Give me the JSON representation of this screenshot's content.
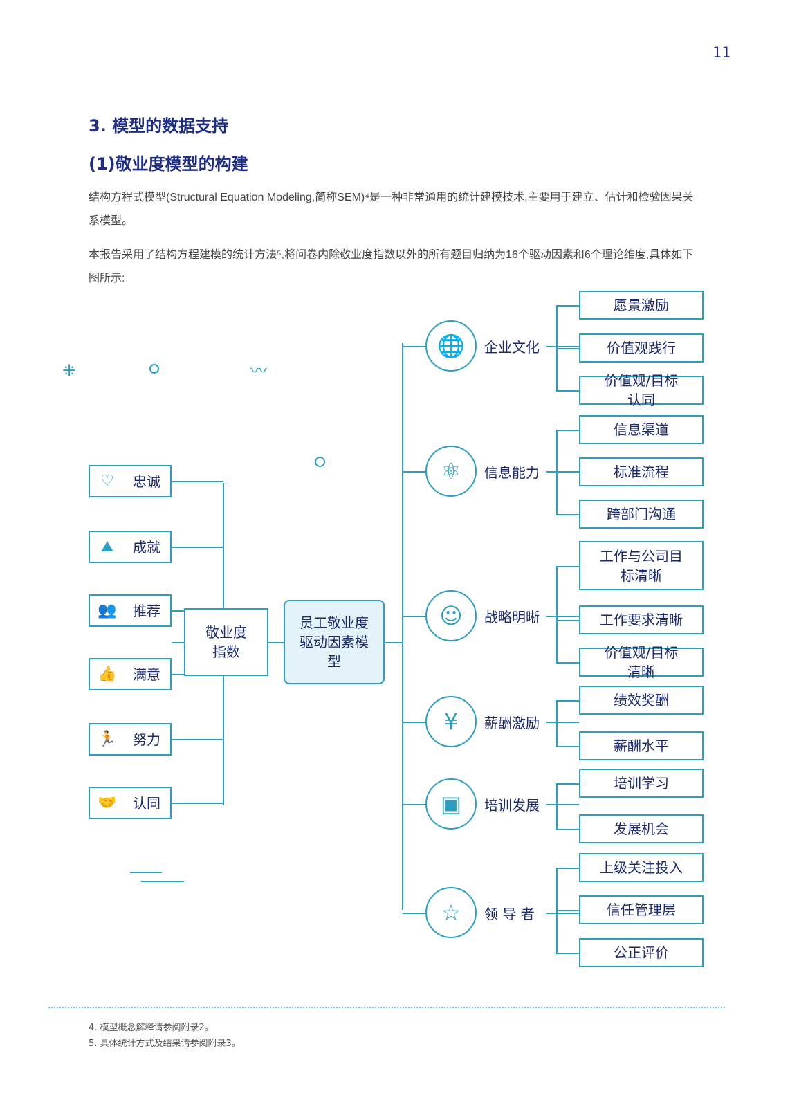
{
  "page_number": "11",
  "section_title": "3. 模型的数据支持",
  "subsection_title": "(1)敬业度模型的构建",
  "paragraph1": "结构方程式模型(Structural  Equation  Modeling,简称SEM)⁴是一种非常通用的统计建模技术,主要用于建立、估计和检验因果关系模型。",
  "paragraph2": "本报告采用了结构方程建模的统计方法⁵,将问卷内除敬业度指数以外的所有题目归纳为16个驱动因素和6个理论维度,具体如下图所示:",
  "diagram": {
    "index_label": "敬业度指数",
    "center_label": "员工敬业度驱动因素模型",
    "index_items": [
      {
        "label": "忠诚",
        "icon": "heart-icon"
      },
      {
        "label": "成就",
        "icon": "flag-mountain-icon"
      },
      {
        "label": "推荐",
        "icon": "people-icon"
      },
      {
        "label": "满意",
        "icon": "thumbs-up-icon"
      },
      {
        "label": "努力",
        "icon": "running-icon"
      },
      {
        "label": "认同",
        "icon": "handshake-icon"
      }
    ],
    "dimensions": [
      {
        "label": "企业文化",
        "icon": "globe-handshake-icon",
        "drivers": [
          "愿景激励",
          "价值观践行",
          "价值观/目标认同"
        ]
      },
      {
        "label": "信息能力",
        "icon": "atom-icon",
        "drivers": [
          "信息渠道",
          "标准流程",
          "跨部门沟通"
        ]
      },
      {
        "label": "战略明晰",
        "icon": "head-icon",
        "drivers": [
          "工作与公司目标清晰",
          "工作要求清晰",
          "价值观/目标清晰"
        ]
      },
      {
        "label": "薪酬激励",
        "icon": "yen-hand-icon",
        "drivers": [
          "绩效奖酬",
          "薪酬水平"
        ]
      },
      {
        "label": "培训发展",
        "icon": "presentation-icon",
        "drivers": [
          "培训学习",
          "发展机会"
        ]
      },
      {
        "label": "领 导 者",
        "icon": "star-person-icon",
        "drivers": [
          "上级关注投入",
          "信任管理层",
          "公正评价"
        ]
      }
    ]
  },
  "footnotes": [
    "4.  模型概念解释请参阅附录2。",
    "5.  具体统计方式及结果请参阅附录3。"
  ],
  "colors": {
    "accent": "#2a9fc2",
    "title": "#1d2d86",
    "text": "#1c2a6e"
  }
}
